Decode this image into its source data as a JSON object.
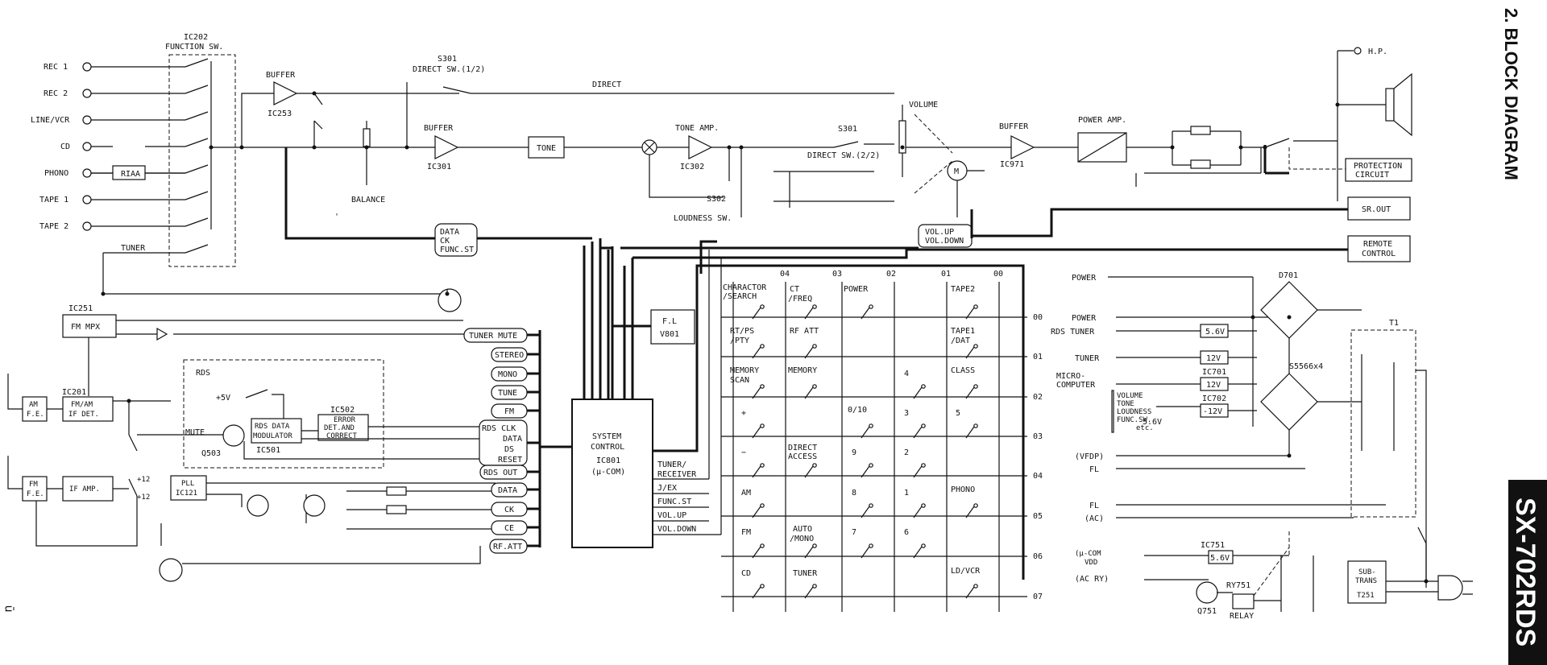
{
  "title": "2. BLOCK DIAGRAM",
  "model": "SX-702RDS",
  "page_mark": "ū",
  "inputs": [
    "REC 1",
    "REC 2",
    "LINE/VCR",
    "CD",
    "PHONO",
    "TAPE 1",
    "TAPE 2"
  ],
  "tuner_label": "TUNER",
  "blocks": {
    "ic202": "IC202",
    "function_sw": "FUNCTION SW.",
    "riaa": "RIAA",
    "buffer": "BUFFER",
    "ic253": "IC253",
    "ic301": "IC301",
    "s301": "S301",
    "direct_sw_1": "DIRECT SW.(1/2)",
    "direct": "DIRECT",
    "balance": "BALANCE",
    "tone": "TONE",
    "tone_amp": "TONE AMP.",
    "ic302": "IC302",
    "s302": "S302",
    "loudness_sw": "LOUDNESS SW.",
    "direct_sw_2": "DIRECT SW.(2/2)",
    "volume": "VOLUME",
    "motor": "M",
    "vol_up": "VOL.UP",
    "vol_down": "VOL.DOWN",
    "ic971": "IC971",
    "power_amp": "POWER AMP.",
    "hp": "H.P.",
    "protection": "PROTECTION",
    "circuit": "CIRCUIT",
    "sr_out": "SR.OUT",
    "remote": "REMOTE",
    "control": "CONTROL",
    "data_bus_1": "DATA",
    "data_bus_2": "CK",
    "data_bus_3": "FUNC.ST",
    "ic251": "IC251",
    "fm_mpx": "FM MPX",
    "ic201": "IC201",
    "am_fe_1": "AM",
    "am_fe_2": "F.E.",
    "fm_am_if_1": "FM/AM",
    "fm_am_if_2": "IF DET.",
    "fm_fe_1": "FM",
    "fm_fe_2": "F.E.",
    "if_amp": "IF AMP.",
    "rds": "RDS",
    "plus5v": "+5V",
    "mute": "MUTE",
    "q503": "Q503",
    "rds_data_1": "RDS DATA",
    "rds_data_2": "MODULATOR",
    "ic501": "IC501",
    "ic502": "IC502",
    "err_1": "ERROR",
    "err_2": "DET.AND",
    "err_3": "CORRECT",
    "pll_1": "PLL",
    "pll_2": "IC121",
    "v12a": "+12",
    "v12b": "+12",
    "fl_1": "F.L",
    "fl_2": "V801",
    "sys_1": "SYSTEM",
    "sys_2": "CONTROL",
    "sys_3": "IC801",
    "sys_4": "(μ-COM)"
  },
  "tuner_signals": [
    "TUNER MUTE",
    "STEREO",
    "MONO",
    "TUNE",
    "FM",
    "RDS CLK",
    "DATA",
    "DS",
    "RESET",
    "RDS OUT",
    "DATA",
    "CK",
    "CE",
    "RF.ATT"
  ],
  "control_outputs": [
    "TUNER/",
    "RECEIVER",
    "J/EX",
    "FUNC.ST",
    "VOL.UP",
    "VOL.DOWN"
  ],
  "key_matrix": {
    "columns": [
      "04",
      "03",
      "02",
      "01",
      "00"
    ],
    "rows": [
      "00",
      "01",
      "02",
      "03",
      "04",
      "05",
      "06",
      "07"
    ],
    "keys": [
      "CHARACTOR",
      "/SEARCH",
      "CT",
      "/FREQ",
      "POWER",
      "TAPE2",
      "RT/PS",
      "/PTY",
      "RF ATT",
      "TAPE1",
      "/DAT",
      "MEMORY",
      "SCAN",
      "MEMORY",
      "4",
      "CLASS",
      "+",
      "0/10",
      "3",
      "5",
      "−",
      "DIRECT",
      "ACCESS",
      "9",
      "2",
      "AM",
      "8",
      "1",
      "PHONO",
      "FM",
      "AUTO",
      "/MONO",
      "7",
      "6",
      "CD",
      "TUNER",
      "LD/VCR"
    ]
  },
  "power_supply": {
    "outputs": [
      "POWER",
      "POWER",
      "RDS TUNER",
      "TUNER",
      "MICRO-",
      "COMPUTER",
      "VOLUME",
      "TONE",
      "LOUDNESS",
      "FUNC.SW.",
      "etc.",
      "(VFDP)",
      "FL",
      "FL",
      "(AC)",
      "(μ-COM",
      "VDD",
      "(AC RY)"
    ],
    "regs": [
      "5.6V",
      "12V",
      "12V",
      "-12V",
      "5.6V"
    ],
    "ic701": "IC701",
    "ic702": "IC702",
    "ic751": "IC751",
    "d701": "D701",
    "s5566": "S5566x4",
    "t1": "T1",
    "zener": "5.6V",
    "sub_1": "SUB-",
    "sub_2": "TRANS",
    "sub_3": "T251",
    "q751": "Q751",
    "ry751": "RY751",
    "relay": "RELAY"
  },
  "stray_mark": "'"
}
